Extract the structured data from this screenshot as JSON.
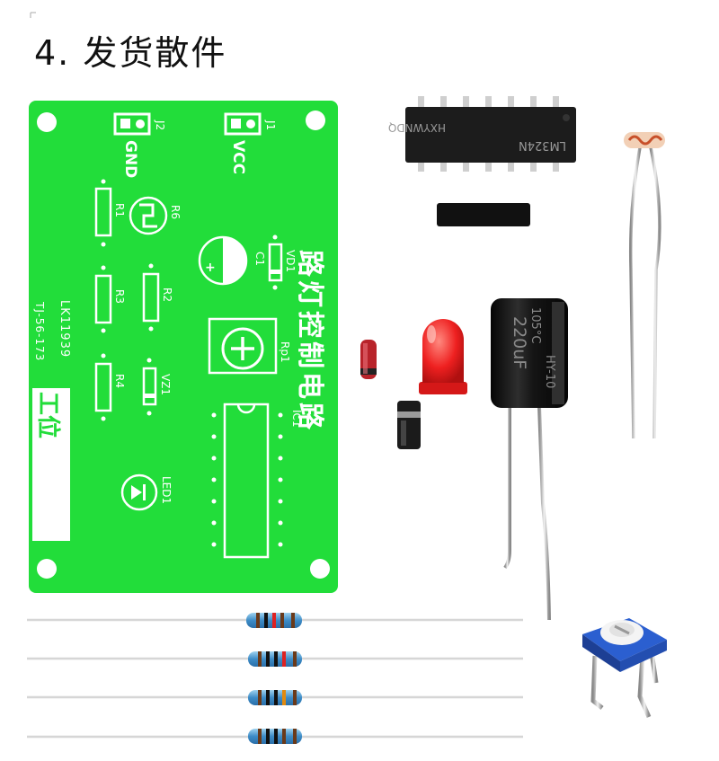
{
  "title": "4. 发货散件",
  "pcb": {
    "title_cn": "路灯控制电路",
    "board_code_1": "LK11939",
    "board_code_2": "TJ-56-173",
    "brand": "工位",
    "labels": {
      "j2": "J2",
      "gnd": "GND",
      "j1": "J1",
      "vcc": "VCC",
      "r1": "R1",
      "r6": "R6",
      "c1": "C1",
      "vd1": "VD1",
      "r3": "R3",
      "r2": "R2",
      "rp1": "Rp1",
      "r4": "R4",
      "vz1": "VZ1",
      "ic1": "IC1",
      "led1": "LED1"
    }
  },
  "ic_chip": {
    "model": "LM324N",
    "maker": "HXYWNDQ"
  },
  "capacitor": {
    "temp": "105°C",
    "value": "220uF",
    "brand": "HY-10"
  },
  "colors": {
    "pcb_green": "#22dd3a",
    "silkscreen": "#ffffff",
    "led_red": "#ee2020",
    "cap_black": "#1a1a1a",
    "pot_blue": "#2b5fd0"
  }
}
